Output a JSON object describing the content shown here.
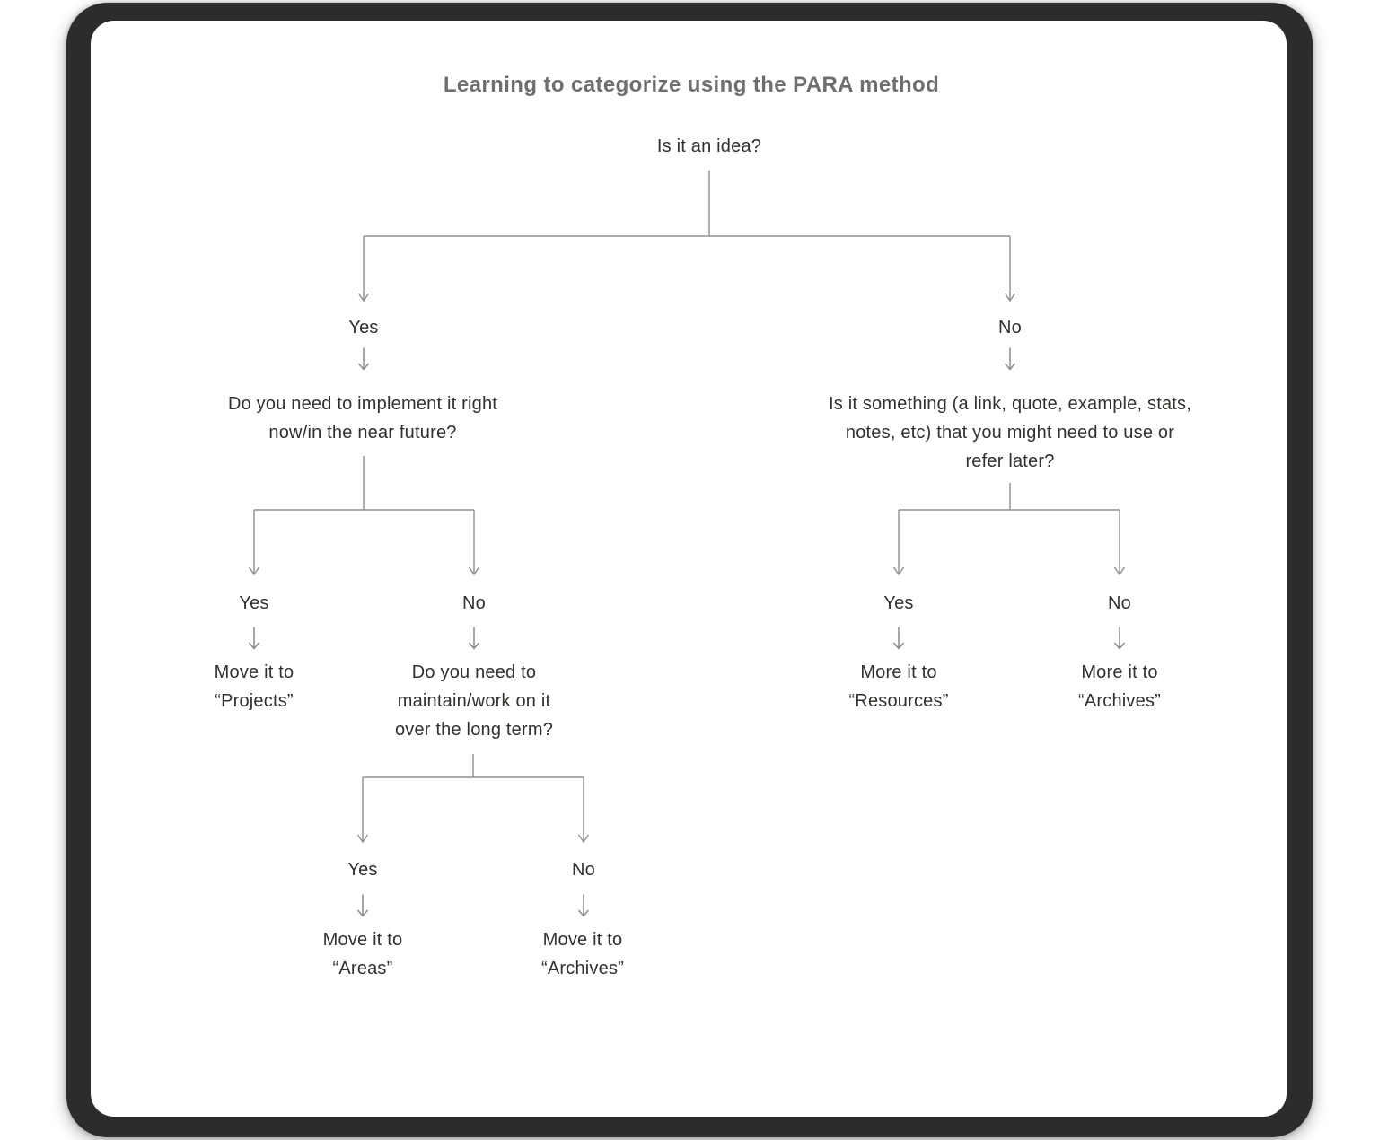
{
  "title": "Learning to categorize using the PARA method",
  "diagram": {
    "root_question": "Is it an idea?",
    "left": {
      "branch_label": "Yes",
      "question": "Do you need to implement it right\nnow/in the near future?",
      "yes": {
        "label": "Yes",
        "result": "Move it to\n“Projects”"
      },
      "no": {
        "label": "No",
        "question": "Do you need to\nmaintain/work on it\nover the long term?",
        "yes": {
          "label": "Yes",
          "result": "Move it to\n“Areas”"
        },
        "no": {
          "label": "No",
          "result": "Move it to\n“Archives”"
        }
      }
    },
    "right": {
      "branch_label": "No",
      "question": "Is it something (a link, quote, example, stats,\nnotes, etc) that you might need to use or\nrefer later?",
      "yes": {
        "label": "Yes",
        "result": "More it to\n“Resources”"
      },
      "no": {
        "label": "No",
        "result": "More it to\n“Archives”"
      }
    }
  },
  "icons": {
    "down_arrow_icon": "↓"
  },
  "colors": {
    "frame": "#2b2c2e",
    "card": "#ffffff",
    "title_text": "#6f6e6c",
    "node_text": "#32312d",
    "connector": "#8f8f8f",
    "arrow_glyph": "#8a8a8a"
  }
}
